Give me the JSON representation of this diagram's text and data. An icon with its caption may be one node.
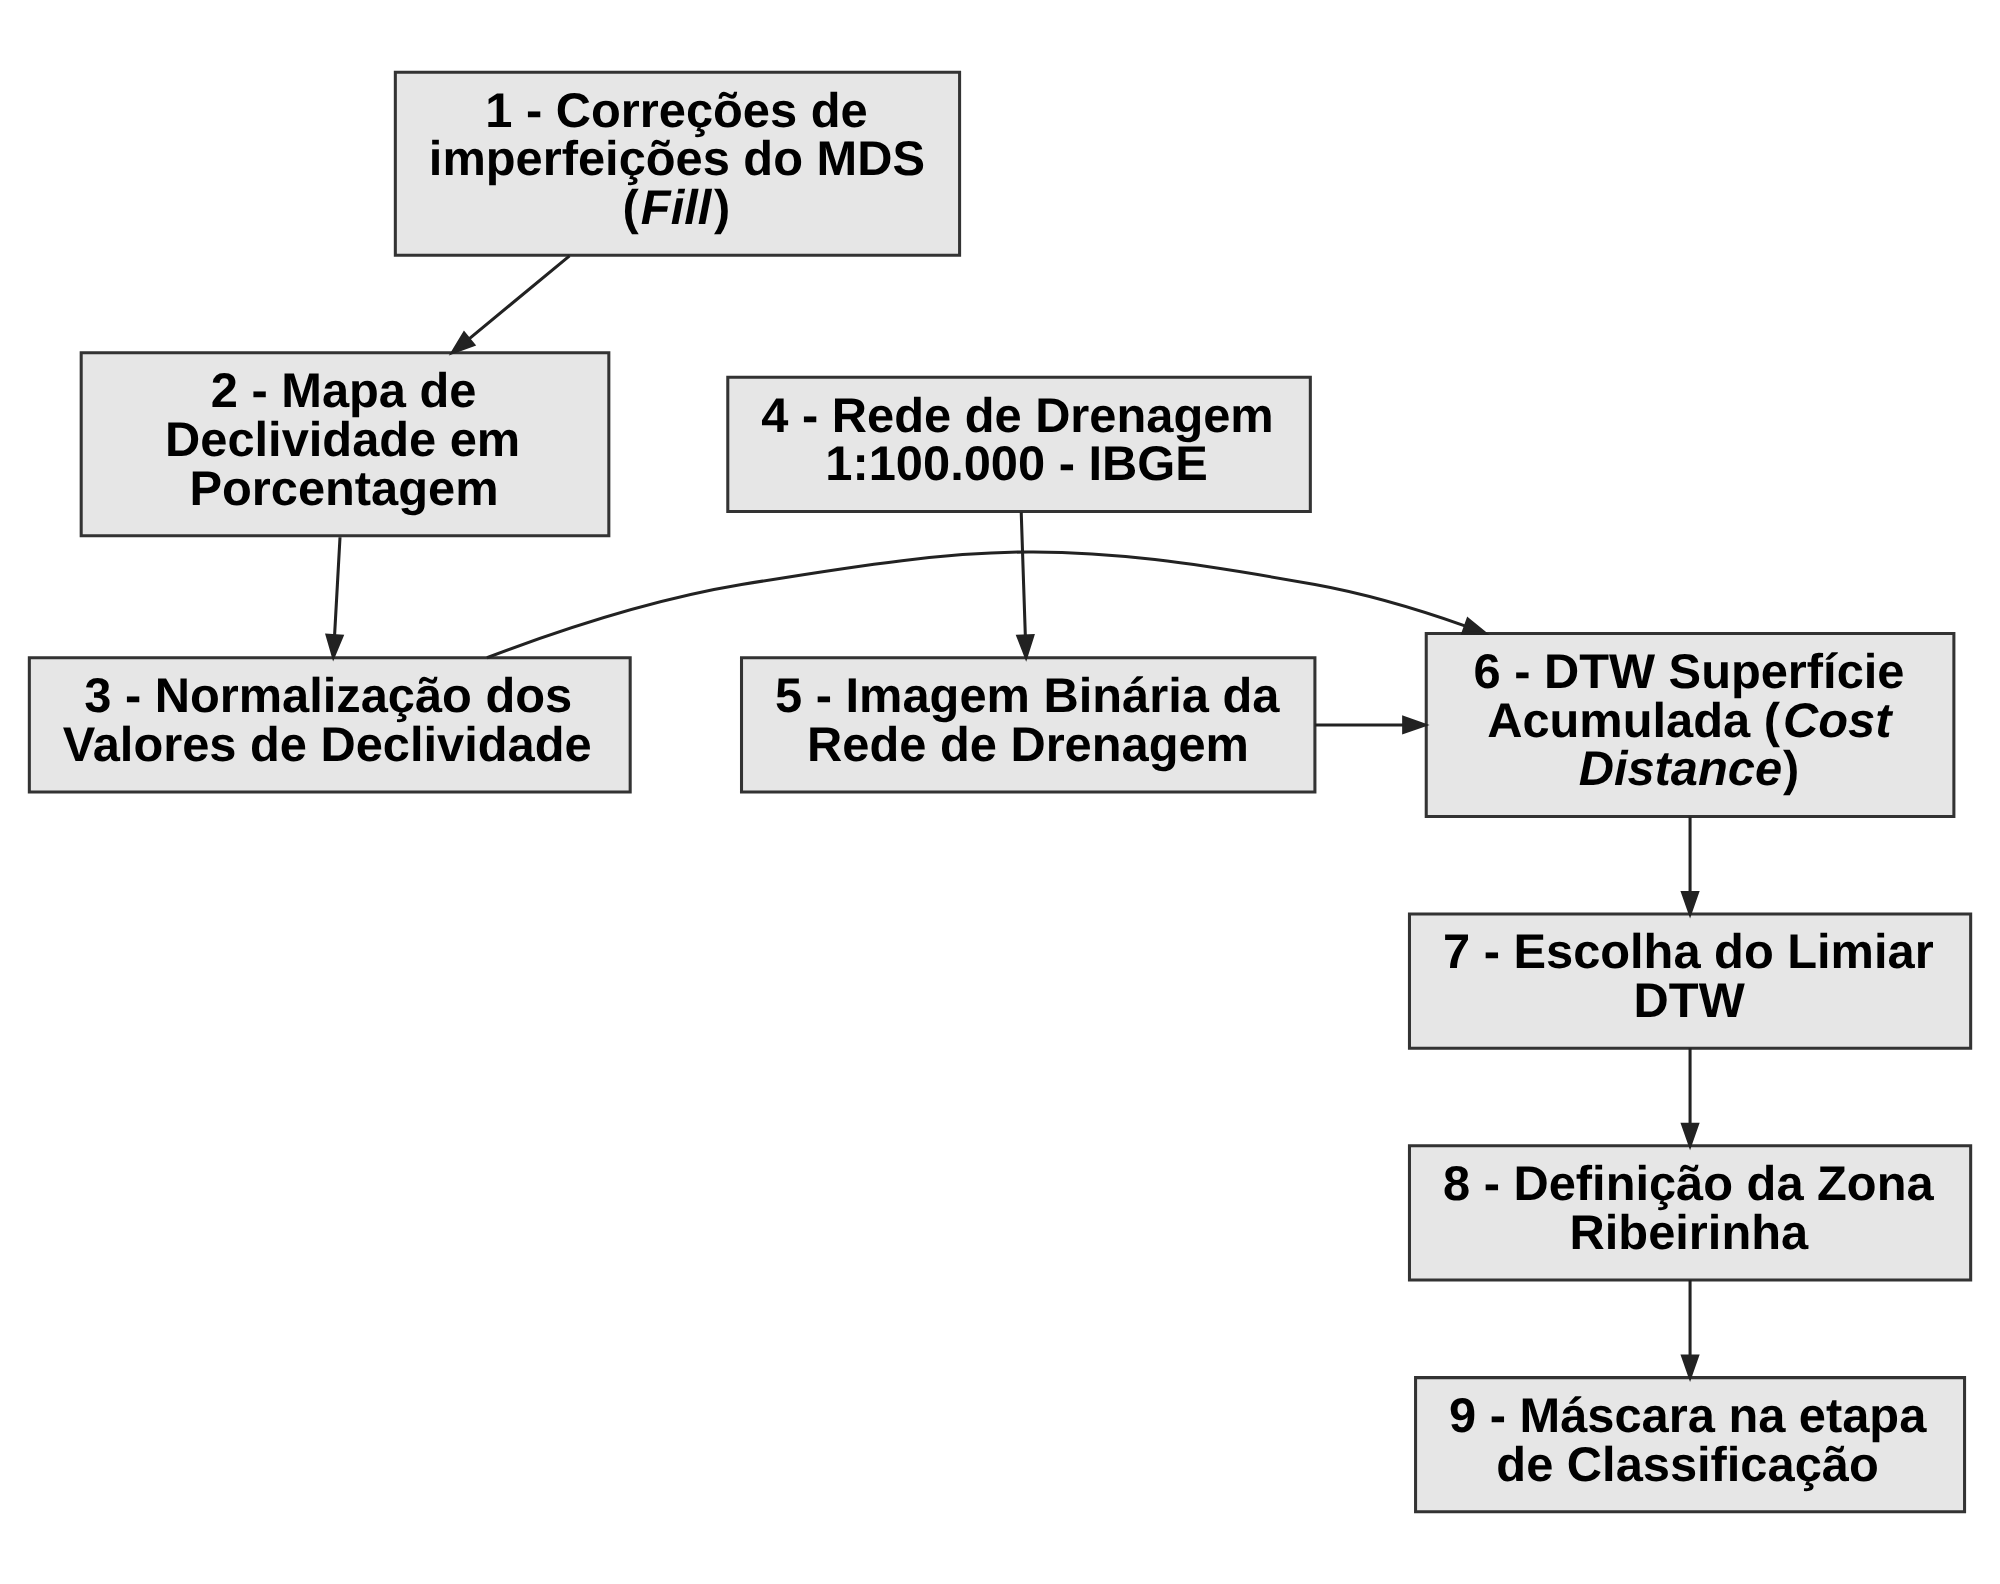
{
  "diagram": {
    "nodes": [
      {
        "text": [
          "1 - Correções de imperfeições do MDS (*Fill*)"
        ]
      },
      {
        "text": [
          "2 - Mapa de Declividade em Porcentagem"
        ]
      },
      {
        "text": [
          "3 - Normalização dos Valores de Declividade"
        ]
      },
      {
        "text": [
          "4 - Rede de Drenagem 1:100.000 - IBGE"
        ]
      },
      {
        "text": [
          "5 - Imagem Binária da Rede de Drenagem"
        ]
      },
      {
        "text": [
          "6 - DTW Superfície Acumulada (*Cost Distance*)"
        ]
      },
      {
        "text": [
          "7 - Escolha do Limiar DTW"
        ]
      },
      {
        "text": [
          "8 - Definição da Zona Ribeirinha"
        ]
      },
      {
        "text": [
          "9 - Máscara na etapa de Classificação"
        ]
      }
    ],
    "edges": [
      {
        "from": 0,
        "to": 1,
        "arrow": "to"
      },
      {
        "from": 1,
        "to": 2,
        "arrow": "to"
      },
      {
        "from": 2,
        "to": 5,
        "arrow": "to"
      },
      {
        "from": 3,
        "to": 4,
        "arrow": "to"
      },
      {
        "from": 4,
        "to": 5,
        "arrow": "to"
      },
      {
        "from": 5,
        "to": 6,
        "arrow": "to"
      },
      {
        "from": 6,
        "to": 7,
        "arrow": "to"
      },
      {
        "from": 7,
        "to": 8,
        "arrow": "to"
      }
    ]
  }
}
